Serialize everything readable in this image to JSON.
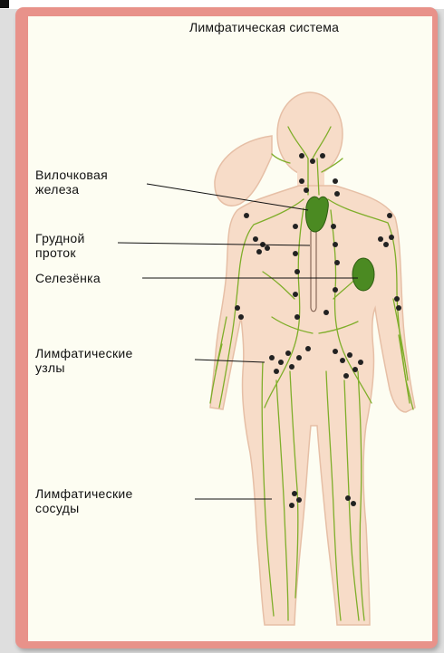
{
  "title": "Лимфатическая система",
  "labels": {
    "thymus": [
      "Вилочковая",
      "железа"
    ],
    "thoracic_duct": [
      "Грудной",
      "проток"
    ],
    "spleen": [
      "Селезёнка"
    ],
    "lymph_nodes": [
      "Лимфатические",
      "узлы"
    ],
    "lymph_vessels": [
      "Лимфатические",
      "сосуды"
    ]
  },
  "colors": {
    "frame": "#e8928a",
    "panel": "#fdfdf2",
    "skin": "#f7dcc8",
    "skin_outline": "#e6bfa6",
    "vessels": "#7fae2a",
    "organs": "#4b8a22",
    "nodes": "#222222"
  }
}
